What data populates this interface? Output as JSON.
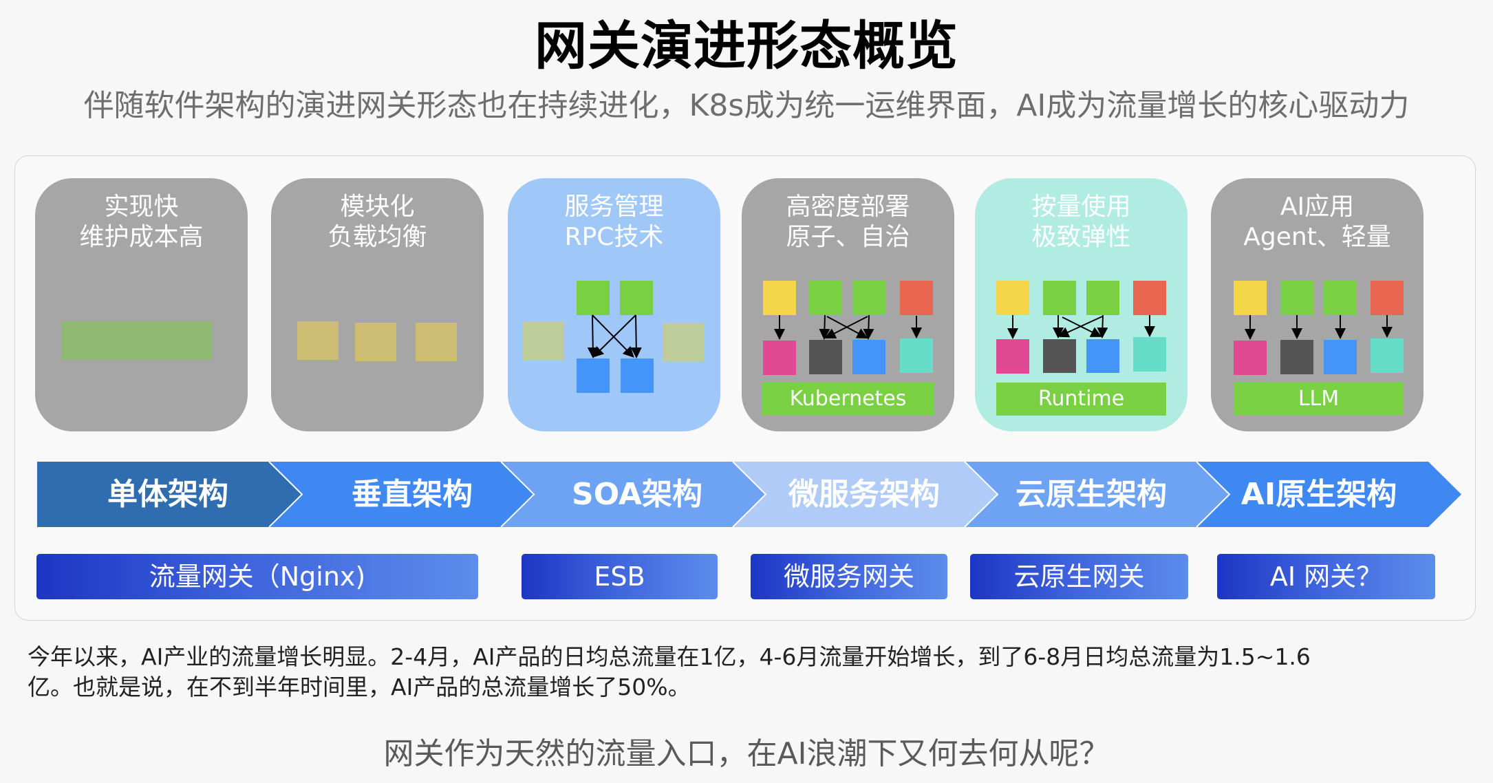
{
  "header": {
    "title": "网关演进形态概览",
    "subtitle": "伴随软件架构的演进网关形态也在持续进化，K8s成为统一运维界面，AI成为流量增长的核心驱动力"
  },
  "colors": {
    "card_gray": "#a6a6a6",
    "card_blue": "#9fc8f8",
    "card_teal": "#b1ece2",
    "green": "#7ad043",
    "yellow": "#f5d54a",
    "red": "#e8654f",
    "pink": "#e04994",
    "dark": "#555555",
    "blue": "#4495f7",
    "cyan": "#66ddc9",
    "soft_green": "#8fb873",
    "soft_yellow": "#cdbd72",
    "olive": "#bdcc98"
  },
  "cards": [
    {
      "line1": "实现快",
      "line2": "维护成本高",
      "style": "gray"
    },
    {
      "line1": "模块化",
      "line2": "负载均衡",
      "style": "gray"
    },
    {
      "line1": "服务管理",
      "line2": "RPC技术",
      "style": "blue"
    },
    {
      "line1": "高密度部署",
      "line2": "原子、自治",
      "style": "gray",
      "base": "Kubernetes"
    },
    {
      "line1": "按量使用",
      "line2": "极致弹性",
      "style": "teal",
      "base": "Runtime"
    },
    {
      "line1": "AI应用",
      "line2": "Agent、轻量",
      "style": "gray",
      "base": "LLM"
    }
  ],
  "architectures": [
    {
      "label": "单体架构",
      "color": "#2f6db0"
    },
    {
      "label": "垂直架构",
      "color": "#3f88f2"
    },
    {
      "label": "SOA架构",
      "color": "#6ea3f4"
    },
    {
      "label": "微服务架构",
      "color": "#b0cbf7"
    },
    {
      "label": "云原生架构",
      "color": "#6ea3f4"
    },
    {
      "label": "AI原生架构",
      "color": "#3f88f2"
    }
  ],
  "gateways": [
    {
      "label": "流量网关（Nginx)"
    },
    {
      "label": "ESB"
    },
    {
      "label": "微服务网关"
    },
    {
      "label": "云原生网关"
    },
    {
      "label": "AI 网关？"
    }
  ],
  "body": {
    "paragraph_line1": "今年以来，AI产业的流量增长明显。2-4月，AI产品的日均总流量在1亿，4-6月流量开始增长，到了6-8月日均总流量为1.5~1.6",
    "paragraph_line2": "亿。也就是说，在不到半年时间里，AI产品的总流量增长了50%。",
    "question": "网关作为天然的流量入口，在AI浪潮下又何去何从呢？"
  }
}
